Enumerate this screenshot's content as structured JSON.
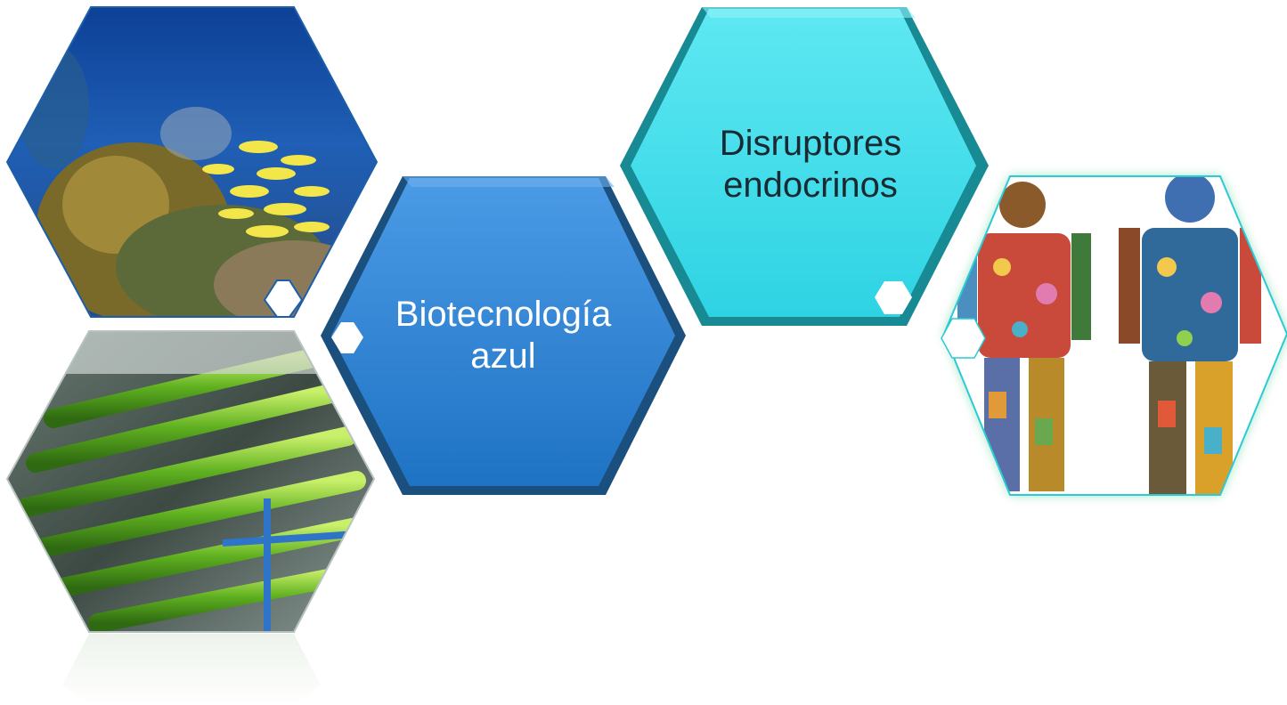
{
  "hexagons": [
    {
      "id": "blue",
      "label_line1": "Biotecnología",
      "label_line2": "azul",
      "color": "#2a7fd0"
    },
    {
      "id": "cyan",
      "label_line1": "Disruptores",
      "label_line2": "endocrinos",
      "color": "#33d6e6"
    }
  ],
  "images": [
    {
      "id": "coral-reef",
      "icon": "coral-reef-photo"
    },
    {
      "id": "photobioreactor",
      "icon": "algae-tubes-photo"
    },
    {
      "id": "human-silhouettes",
      "icon": "consumer-products-collage"
    }
  ],
  "colors": {
    "blue": "#2a7fd0",
    "blue_dark": "#1b4f7e",
    "cyan": "#33d6e6",
    "cyan_dark": "#178a93",
    "glow": "#8fe0b4"
  }
}
